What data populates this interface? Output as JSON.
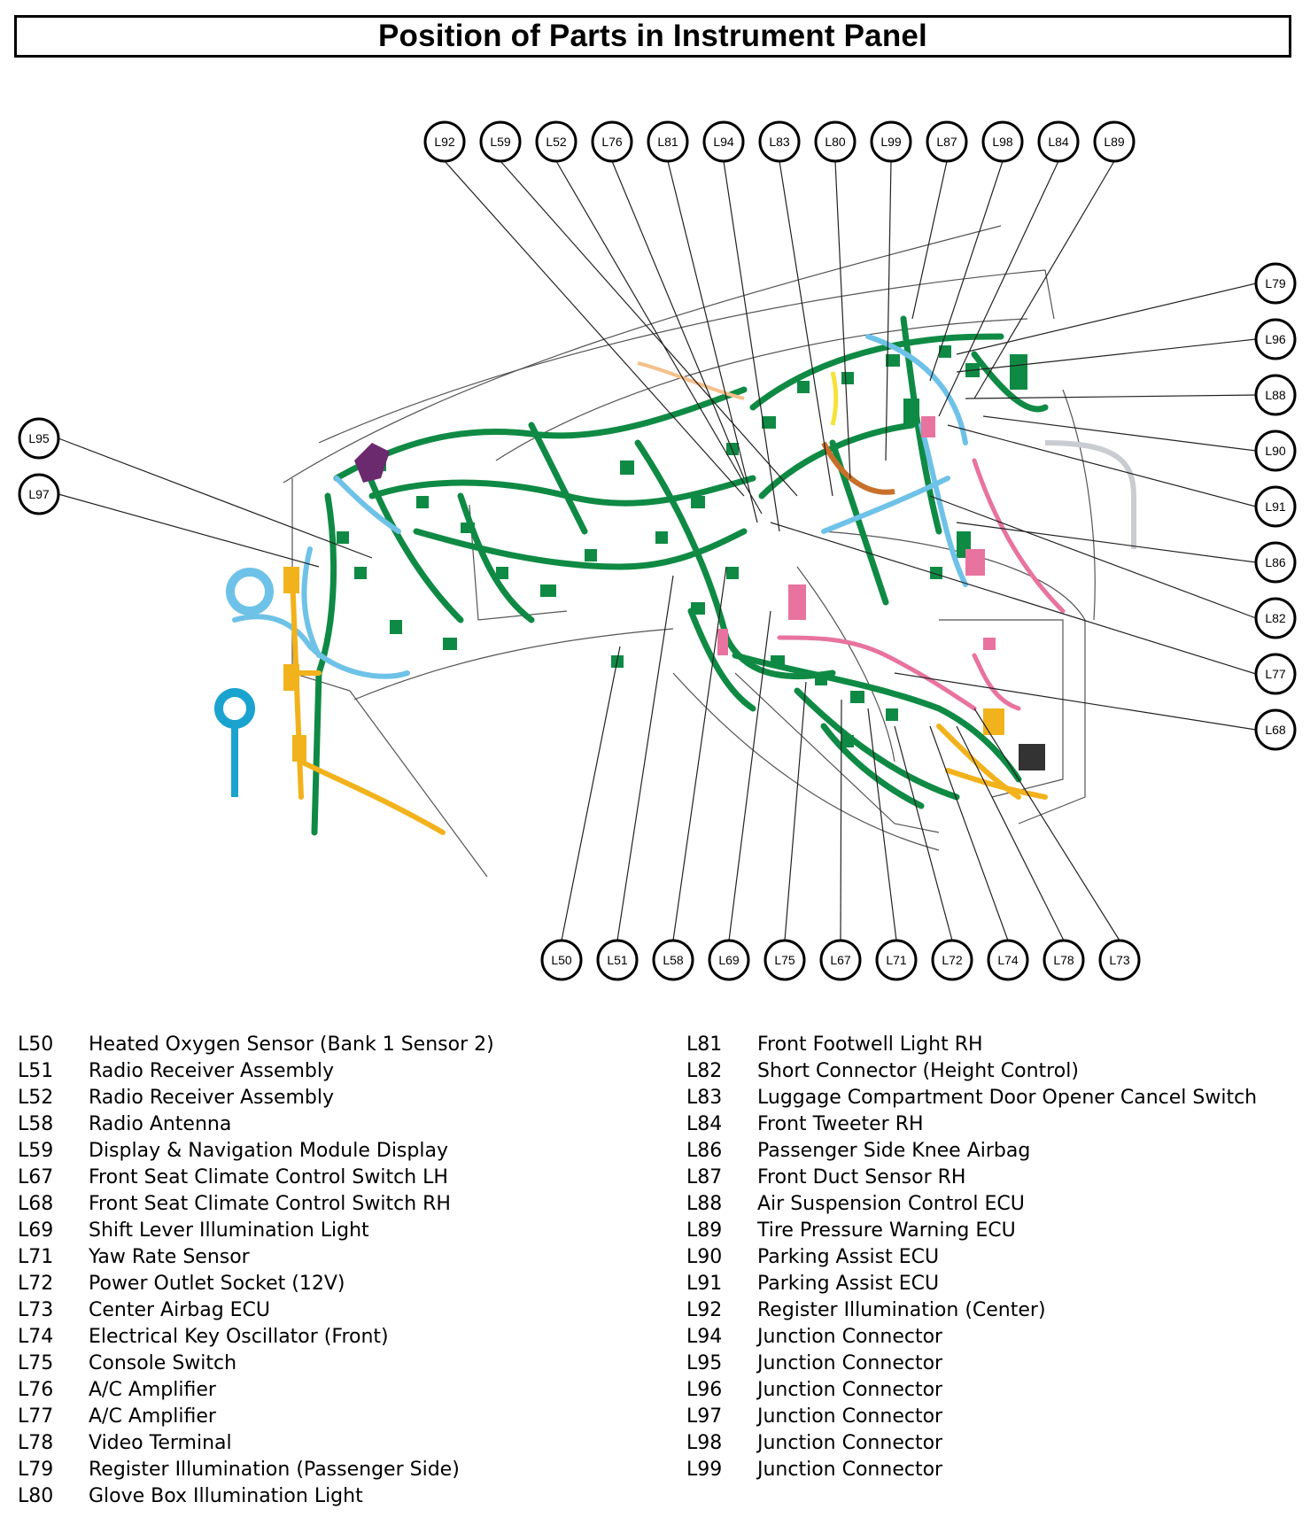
{
  "title": "Position of Parts in Instrument Panel",
  "callouts": {
    "top": [
      "L92",
      "L59",
      "L52",
      "L76",
      "L81",
      "L94",
      "L83",
      "L80",
      "L99",
      "L87",
      "L98",
      "L84",
      "L89"
    ],
    "right": [
      "L79",
      "L96",
      "L88",
      "L90",
      "L91",
      "L86",
      "L82",
      "L77",
      "L68"
    ],
    "left": [
      "L95",
      "L97"
    ],
    "bottom": [
      "L50",
      "L51",
      "L58",
      "L69",
      "L75",
      "L67",
      "L71",
      "L72",
      "L74",
      "L78",
      "L73"
    ]
  },
  "colors": {
    "harness_green": "#0f8a44",
    "harness_blue": "#6ec2e8",
    "harness_teal": "#1aa3cf",
    "harness_orange": "#f2b21c",
    "harness_pink": "#e8739f",
    "harness_purple": "#6b2a6e",
    "harness_brown": "#c8702a",
    "harness_yellow": "#f5e23a",
    "harness_gray": "#c9ccd1",
    "peach": "#f5c08a"
  },
  "legend_left": [
    {
      "code": "L50",
      "name": "Heated Oxygen Sensor (Bank 1 Sensor 2)"
    },
    {
      "code": "L51",
      "name": "Radio Receiver Assembly"
    },
    {
      "code": "L52",
      "name": "Radio Receiver Assembly"
    },
    {
      "code": "L58",
      "name": "Radio Antenna"
    },
    {
      "code": "L59",
      "name": "Display & Navigation Module Display"
    },
    {
      "code": "L67",
      "name": "Front Seat Climate Control Switch LH"
    },
    {
      "code": "L68",
      "name": "Front Seat Climate Control Switch RH"
    },
    {
      "code": "L69",
      "name": "Shift Lever Illumination Light"
    },
    {
      "code": "L71",
      "name": "Yaw Rate Sensor"
    },
    {
      "code": "L72",
      "name": "Power Outlet Socket (12V)"
    },
    {
      "code": "L73",
      "name": "Center Airbag ECU"
    },
    {
      "code": "L74",
      "name": "Electrical Key Oscillator (Front)"
    },
    {
      "code": "L75",
      "name": "Console Switch"
    },
    {
      "code": "L76",
      "name": "A/C Amplifier"
    },
    {
      "code": "L77",
      "name": "A/C Amplifier"
    },
    {
      "code": "L78",
      "name": "Video Terminal"
    },
    {
      "code": "L79",
      "name": "Register Illumination (Passenger Side)"
    },
    {
      "code": "L80",
      "name": "Glove Box Illumination Light"
    }
  ],
  "legend_right": [
    {
      "code": "L81",
      "name": "Front Footwell Light RH"
    },
    {
      "code": "L82",
      "name": "Short Connector (Height Control)"
    },
    {
      "code": "L83",
      "name": "Luggage Compartment Door Opener Cancel Switch"
    },
    {
      "code": "L84",
      "name": "Front Tweeter RH"
    },
    {
      "code": "L86",
      "name": "Passenger Side Knee Airbag"
    },
    {
      "code": "L87",
      "name": "Front Duct Sensor RH"
    },
    {
      "code": "L88",
      "name": "Air Suspension Control ECU"
    },
    {
      "code": "L89",
      "name": "Tire Pressure Warning ECU"
    },
    {
      "code": "L90",
      "name": "Parking Assist ECU"
    },
    {
      "code": "L91",
      "name": "Parking Assist ECU"
    },
    {
      "code": "L92",
      "name": "Register Illumination (Center)"
    },
    {
      "code": "L94",
      "name": "Junction Connector"
    },
    {
      "code": "L95",
      "name": "Junction Connector"
    },
    {
      "code": "L96",
      "name": "Junction Connector"
    },
    {
      "code": "L97",
      "name": "Junction Connector"
    },
    {
      "code": "L98",
      "name": "Junction Connector"
    },
    {
      "code": "L99",
      "name": "Junction Connector"
    }
  ]
}
